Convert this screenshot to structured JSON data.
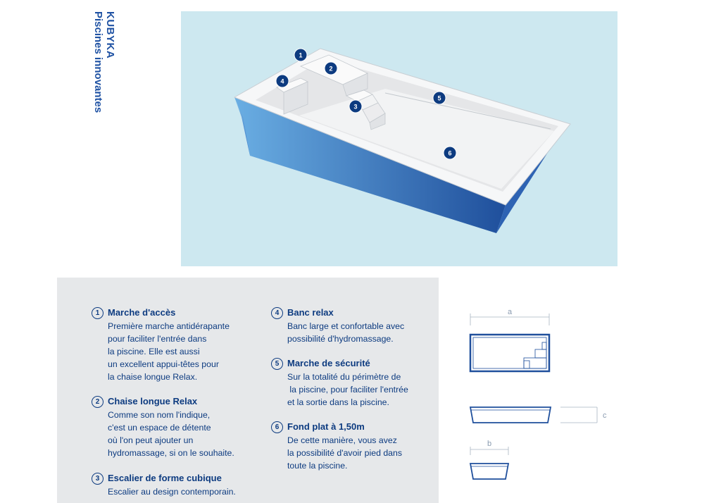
{
  "brand": {
    "name": "KUBYKA",
    "tagline": "Piscines innovantes"
  },
  "hero": {
    "background": "#cde8f0",
    "badges": [
      "1",
      "2",
      "3",
      "4",
      "5",
      "6"
    ]
  },
  "features": [
    {
      "num": "1",
      "title": "Marche d'accès",
      "desc": "Première marche antidérapante\npour faciliter l'entrée dans\nla piscine. Elle est aussi\nun excellent appui-têtes pour\nla chaise longue Relax."
    },
    {
      "num": "2",
      "title": "Chaise longue Relax",
      "desc": "Comme son nom l'indique,\nc'est un espace de détente\noù l'on peut ajouter un\nhydromassage, si on le souhaite."
    },
    {
      "num": "3",
      "title": "Escalier de forme cubique",
      "desc": "Escalier au design contemporain."
    },
    {
      "num": "4",
      "title": "Banc relax",
      "desc": "Banc large et confortable avec\npossibilité d'hydromassage."
    },
    {
      "num": "5",
      "title": "Marche de sécurité",
      "desc": "Sur la totalité du périmètre de\n la piscine, pour faciliter l'entrée\net la sortie dans la piscine."
    },
    {
      "num": "6",
      "title": "Fond plat à 1,50m",
      "desc": "De cette manière, vous avez\nla possibilité d'avoir pied dans\ntoute la piscine."
    }
  ],
  "dimensions": {
    "a": "a",
    "b": "b",
    "c": "c"
  },
  "colors": {
    "accent": "#0d3b80",
    "pool_blue": "#2f6fc0",
    "panel": "#e6e8ea"
  }
}
